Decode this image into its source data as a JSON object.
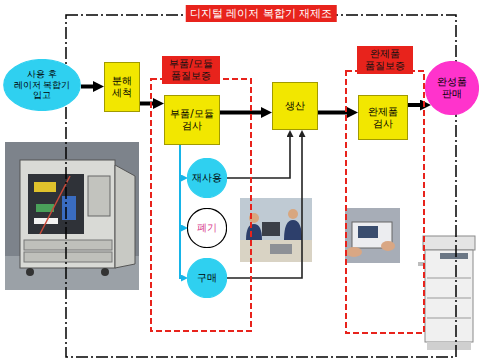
{
  "diagram": {
    "nodes": [
      {
        "text": [
          "사용 후 레이저 복합기 입고"
        ]
      },
      {
        "text": [
          "디지털 레이저 복합기 재제조"
        ]
      },
      {
        "text": [
          "분해 세척"
        ],
        "in": 1
      },
      {
        "text": [
          "부품/모듈 품질보증"
        ],
        "in": 1
      },
      {
        "text": [
          "부품/모듈 검사"
        ],
        "in": 3
      },
      {
        "text": [
          "재사용"
        ],
        "in": 3
      },
      {
        "text": [
          "폐기"
        ],
        "in": 3
      },
      {
        "text": [
          "구매"
        ],
        "in": 3
      },
      {
        "text": [
          "생산"
        ],
        "in": 1
      },
      {
        "text": [
          "완제품 품질보증"
        ],
        "in": 1
      },
      {
        "text": [
          "완제품 검사"
        ],
        "in": 9
      },
      {
        "text": [
          "완성품 판매"
        ]
      }
    ],
    "edges": [
      {
        "from": 0,
        "to": 2,
        "arrow": "to"
      },
      {
        "from": 2,
        "to": 4,
        "arrow": "to"
      },
      {
        "from": 4,
        "to": 8,
        "arrow": "to"
      },
      {
        "from": 8,
        "to": 10,
        "arrow": "to"
      },
      {
        "from": 10,
        "to": 11,
        "arrow": "to"
      },
      {
        "from": 4,
        "to": 5,
        "arrow": "to"
      },
      {
        "from": 4,
        "to": 6,
        "arrow": "to"
      },
      {
        "from": 4,
        "to": 7,
        "arrow": "to"
      },
      {
        "from": 5,
        "to": 8,
        "arrow": "to"
      },
      {
        "from": 7,
        "to": 8,
        "arrow": "to"
      }
    ]
  }
}
